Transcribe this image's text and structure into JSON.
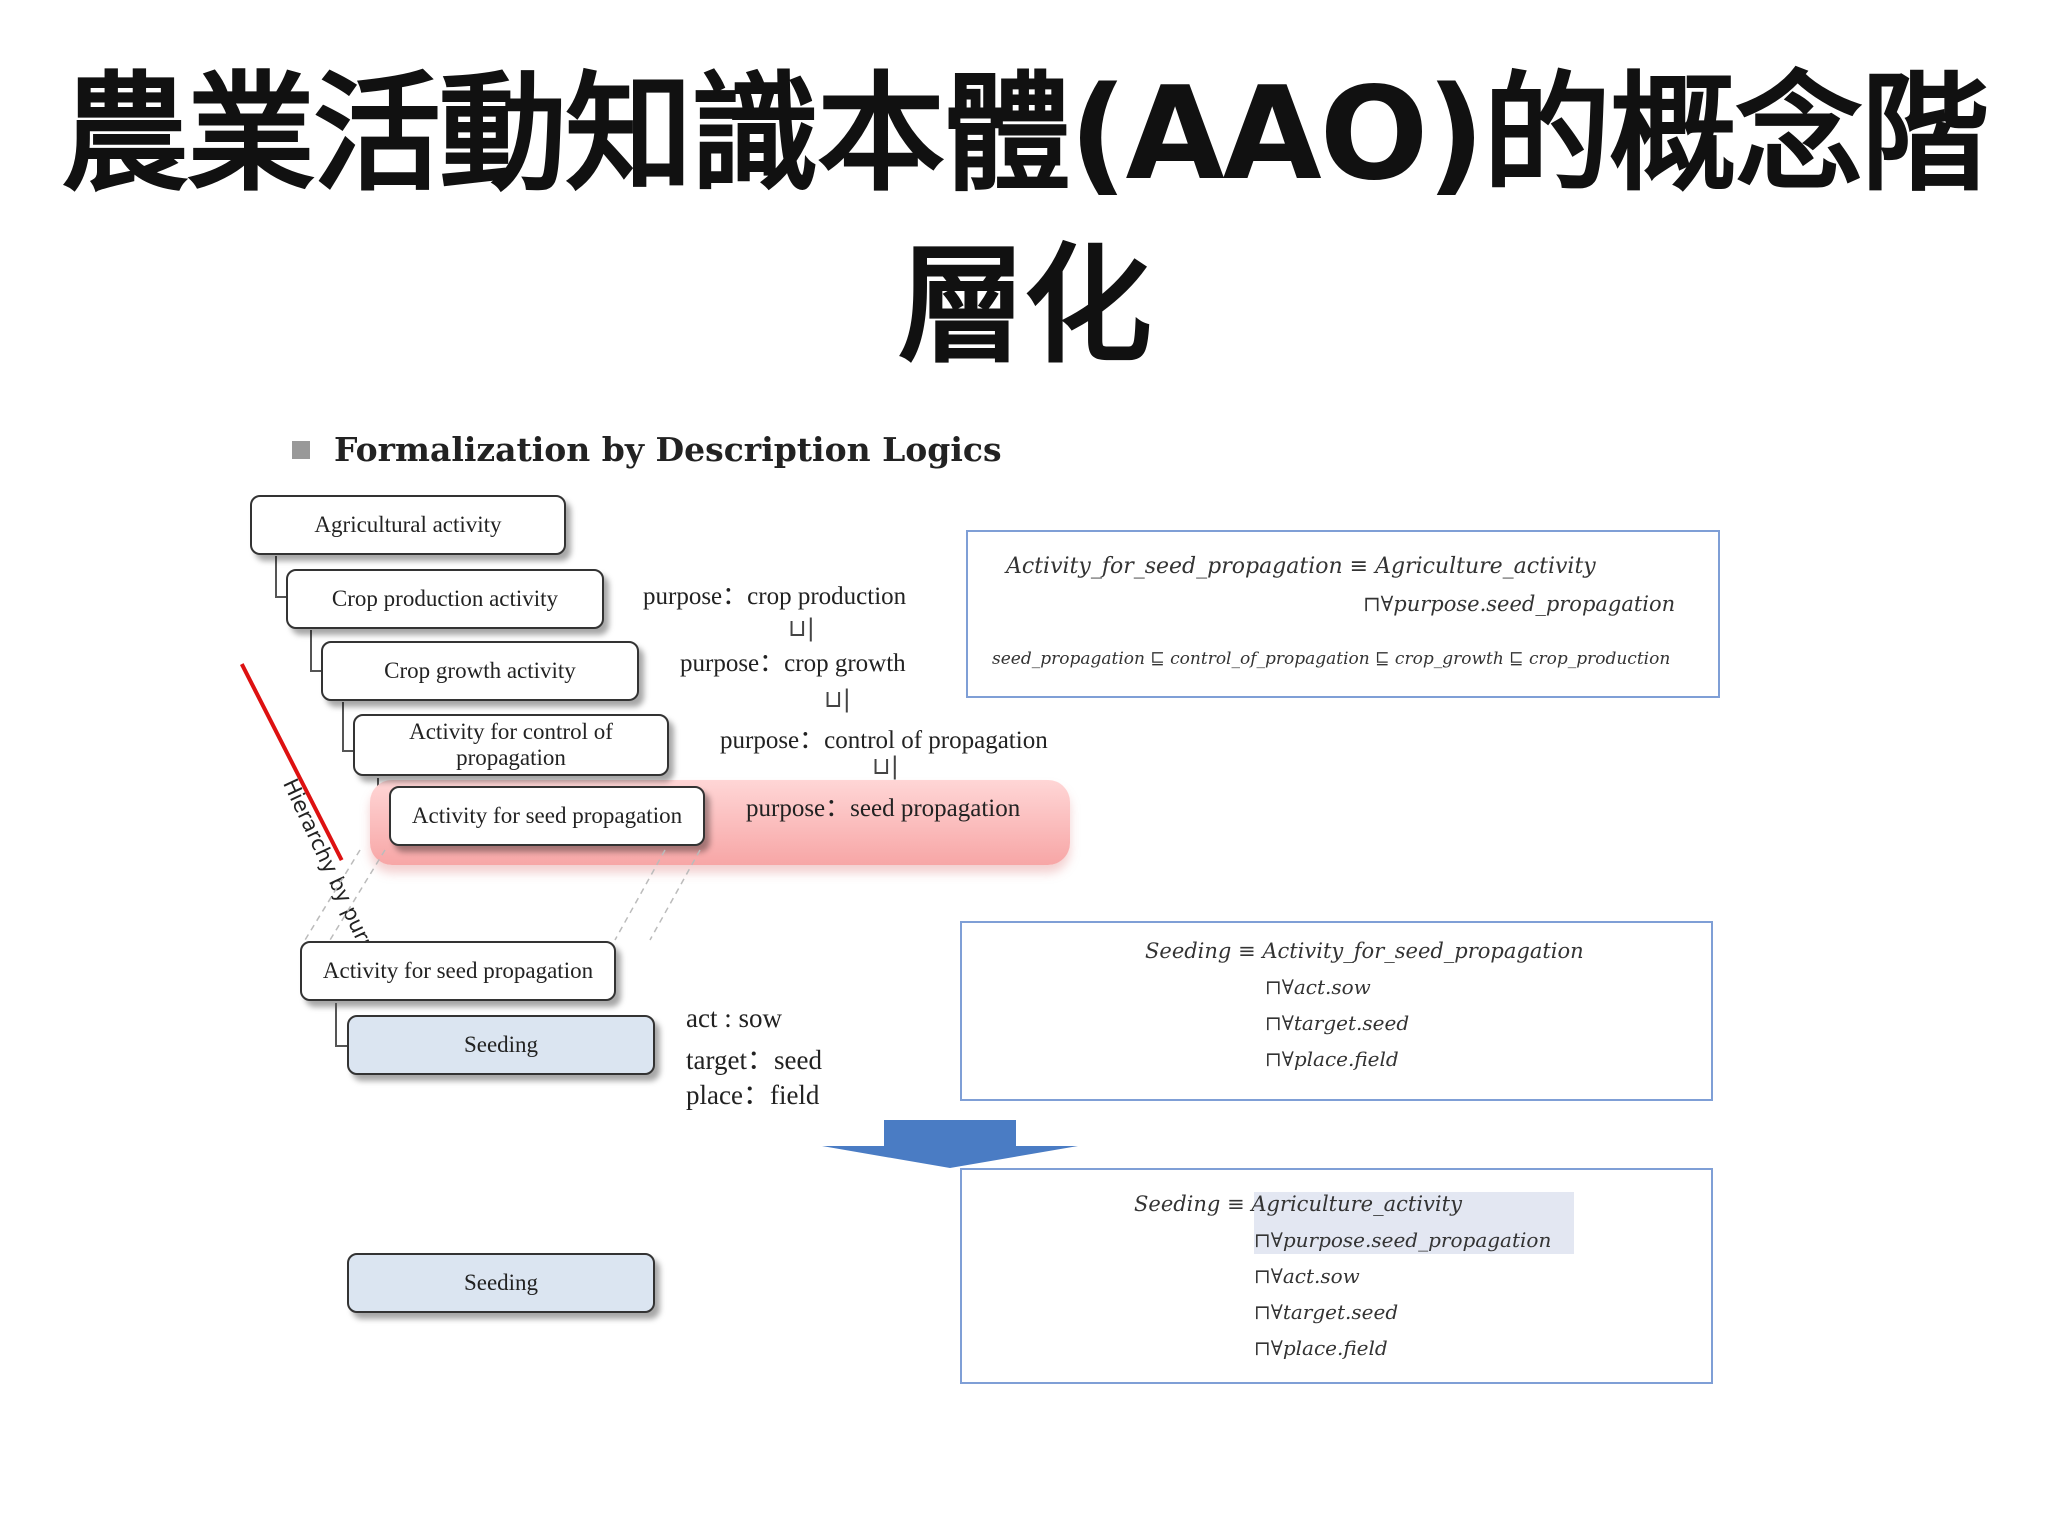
{
  "title": {
    "line1": "農業活動知識本體(AAO)的概念階",
    "line2": "層化"
  },
  "heading": "Formalization by Description Logics",
  "hierarchy": {
    "nodes": [
      "Agricultural activity",
      "Crop production activity",
      "Crop growth activity",
      "Activity for control of propagation",
      "Activity for seed propagation"
    ],
    "purposes": [
      "purpose：crop production",
      "purpose：crop growth",
      "purpose：control of propagation",
      "purpose：seed propagation"
    ],
    "subsumption_symbol": "⊔|",
    "rotated_label": "Hierarchy by purpose"
  },
  "middle": {
    "parent_node": "Activity for seed propagation",
    "child_node": "Seeding",
    "attributes": [
      "act : sow",
      "target：seed",
      "place：field"
    ]
  },
  "bottom": {
    "node": "Seeding"
  },
  "box1": {
    "line1": "Activity_for_seed_propagation ≡ Agriculture_activity",
    "line2": "⊓∀purpose.seed_propagation",
    "line3": "seed_propagation ⊑ control_of_propagation ⊑ crop_growth ⊑ crop_production"
  },
  "box2": {
    "lines": [
      "Seeding ≡ Activity_for_seed_propagation",
      "⊓∀act.sow",
      "⊓∀target.seed",
      "⊓∀place.field"
    ]
  },
  "box3": {
    "lines": [
      "Seeding ≡ Agriculture_activity",
      "⊓∀purpose.seed_propagation",
      "⊓∀act.sow",
      "⊓∀target.seed",
      "⊓∀place.field"
    ]
  },
  "colors": {
    "box_border": "#7f9fd6",
    "arrow": "#4a7cc4",
    "highlight": "#f7a6a6",
    "node_blue": "#dbe5f1"
  }
}
